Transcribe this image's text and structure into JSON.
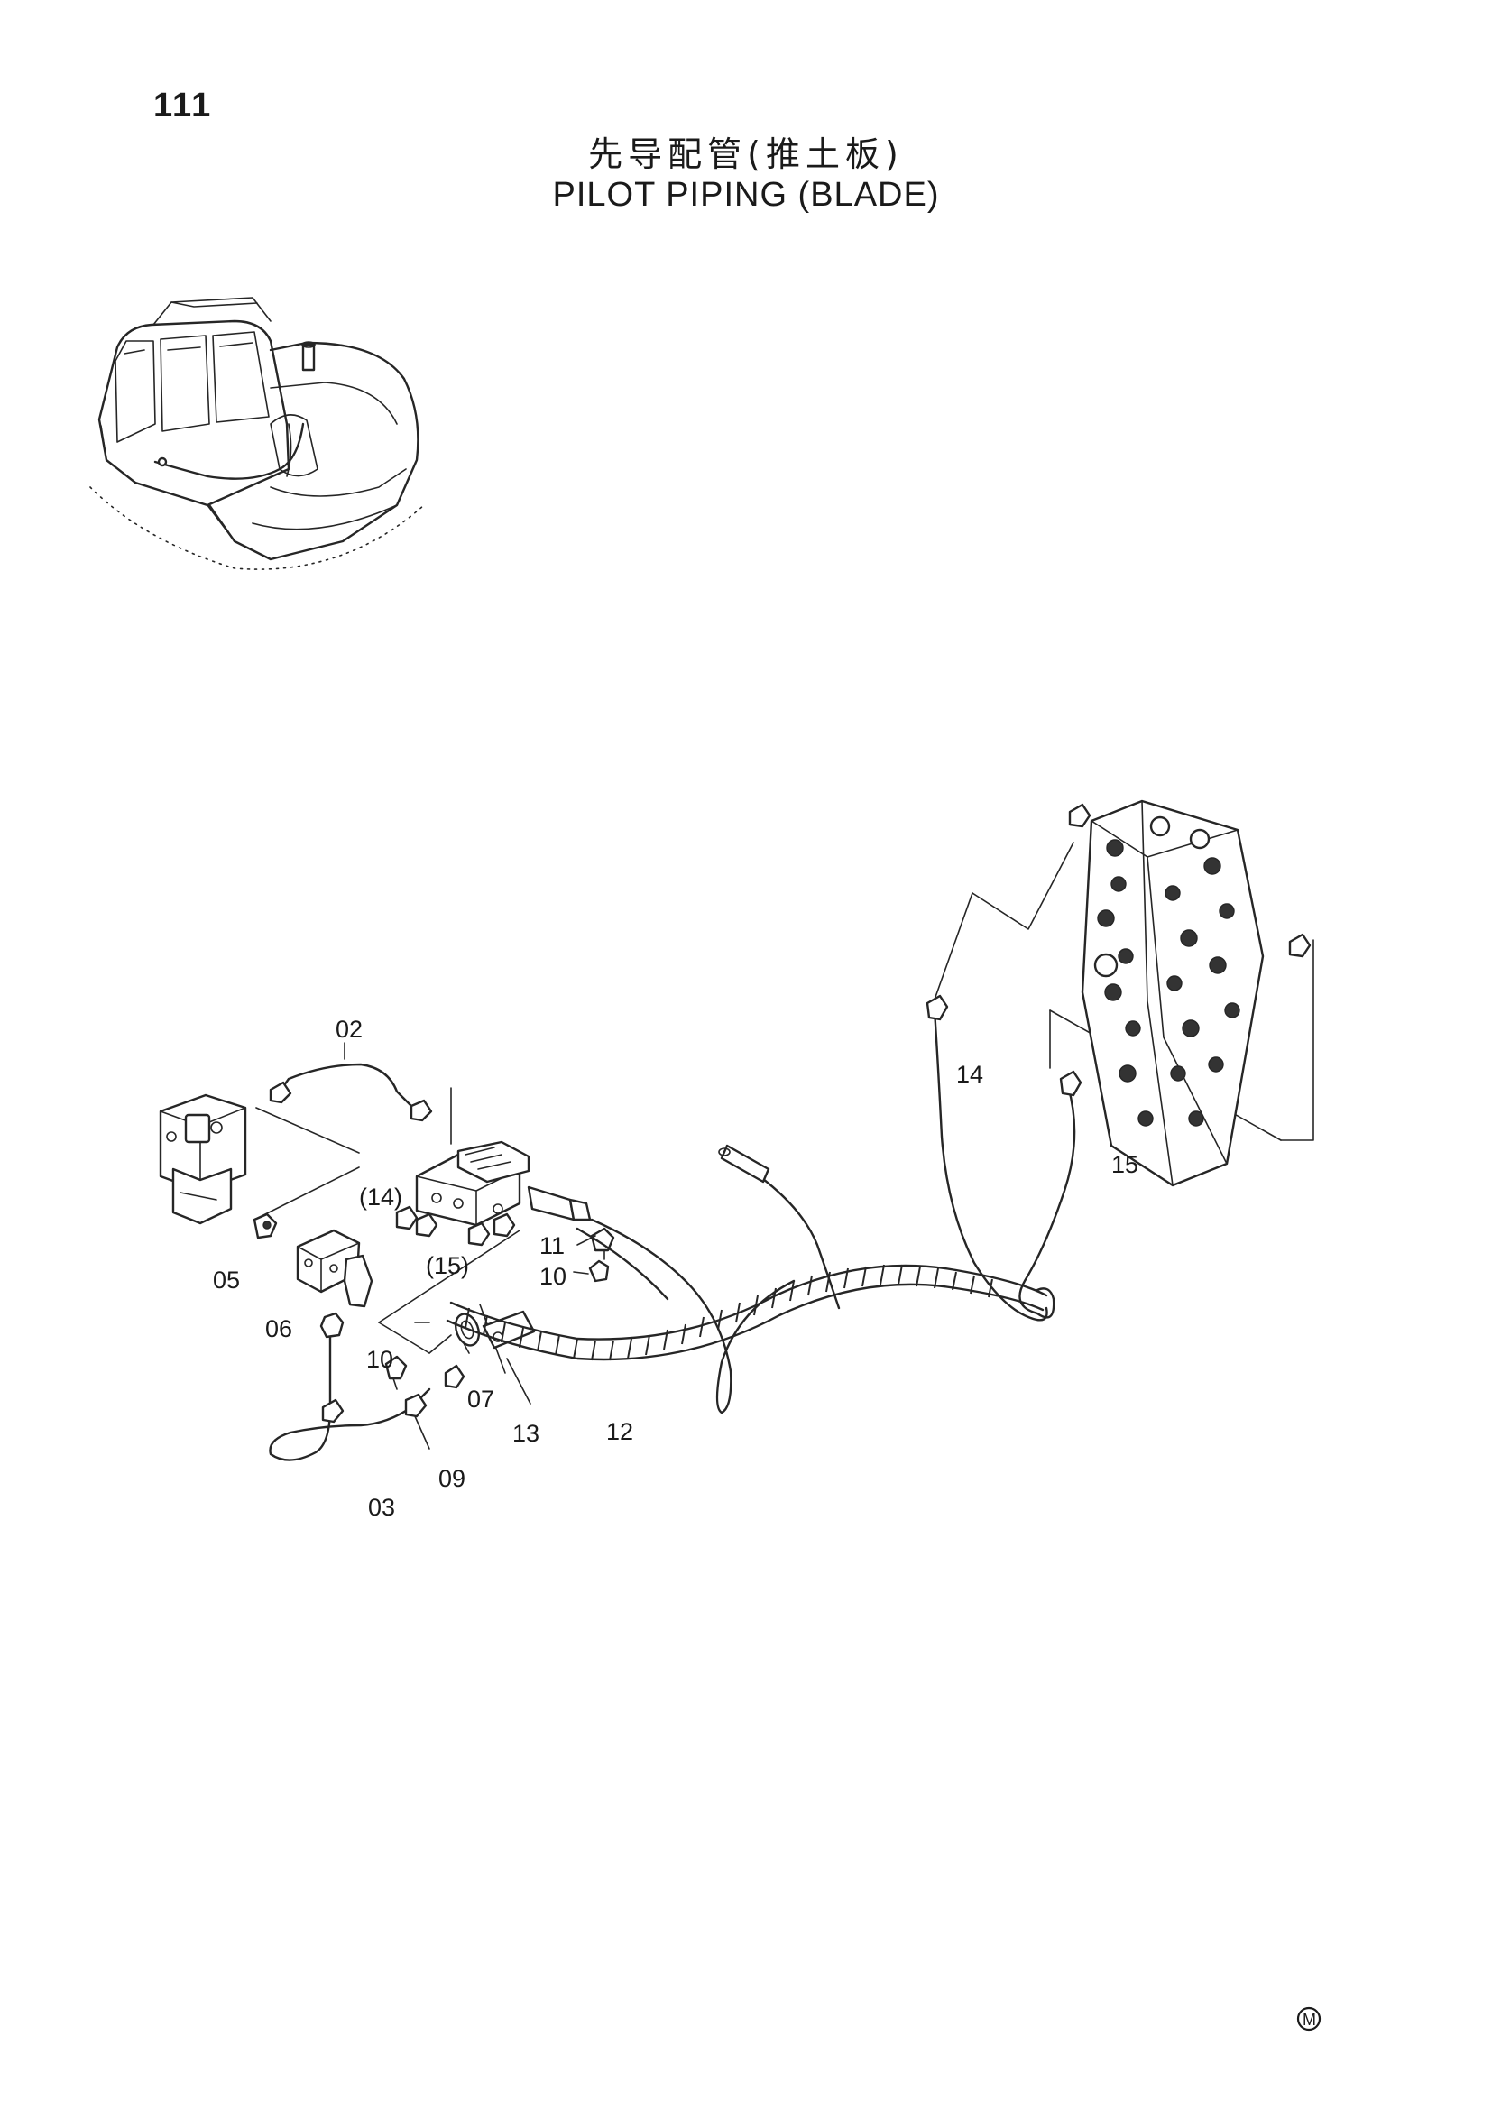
{
  "page": {
    "number": "111",
    "title_cn": "先导配管(推土板)",
    "title_en": "PILOT PIPING (BLADE)"
  },
  "callouts": {
    "c02": "02",
    "c03": "03",
    "c05": "05",
    "c06": "06",
    "c07": "07",
    "c09": "09",
    "c10a": "10",
    "c10b": "10",
    "c11": "11",
    "c12": "12",
    "c13": "13",
    "c14": "14",
    "c14ref": "(14)",
    "c15": "15",
    "c15ref": "(15)"
  },
  "footer_mark": "M"
}
